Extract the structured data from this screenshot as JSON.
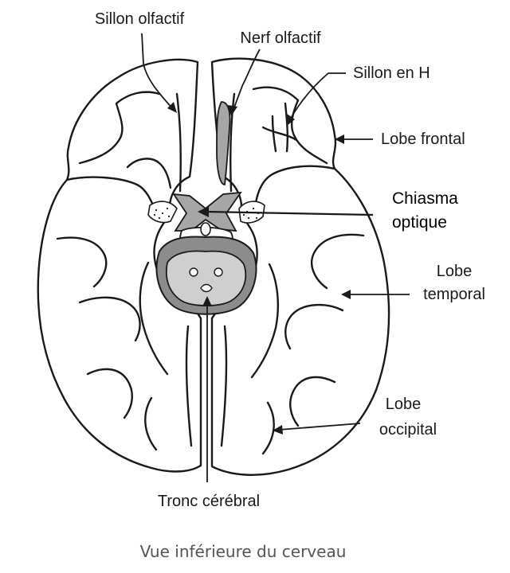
{
  "labels": {
    "sillon_olfactif": "Sillon olfactif",
    "nerf_olfactif": "Nerf olfactif",
    "sillon_en_h": "Sillon en H",
    "lobe_frontal": "Lobe frontal",
    "chiasma_line1": "Chiasma",
    "chiasma_line2": "optique",
    "temporal_line1": "Lobe",
    "temporal_line2": "temporal",
    "occipital_line1": "Lobe",
    "occipital_line2": "occipital",
    "tronc": "Tronc cérébral"
  },
  "caption": "Vue inférieure du cerveau",
  "colors": {
    "outline": "#1a1a1a",
    "brainstem_dark": "#8c8c8c",
    "brainstem_light": "#cfcfcf",
    "chiasma": "#a6a6a6",
    "caption": "#555555"
  }
}
